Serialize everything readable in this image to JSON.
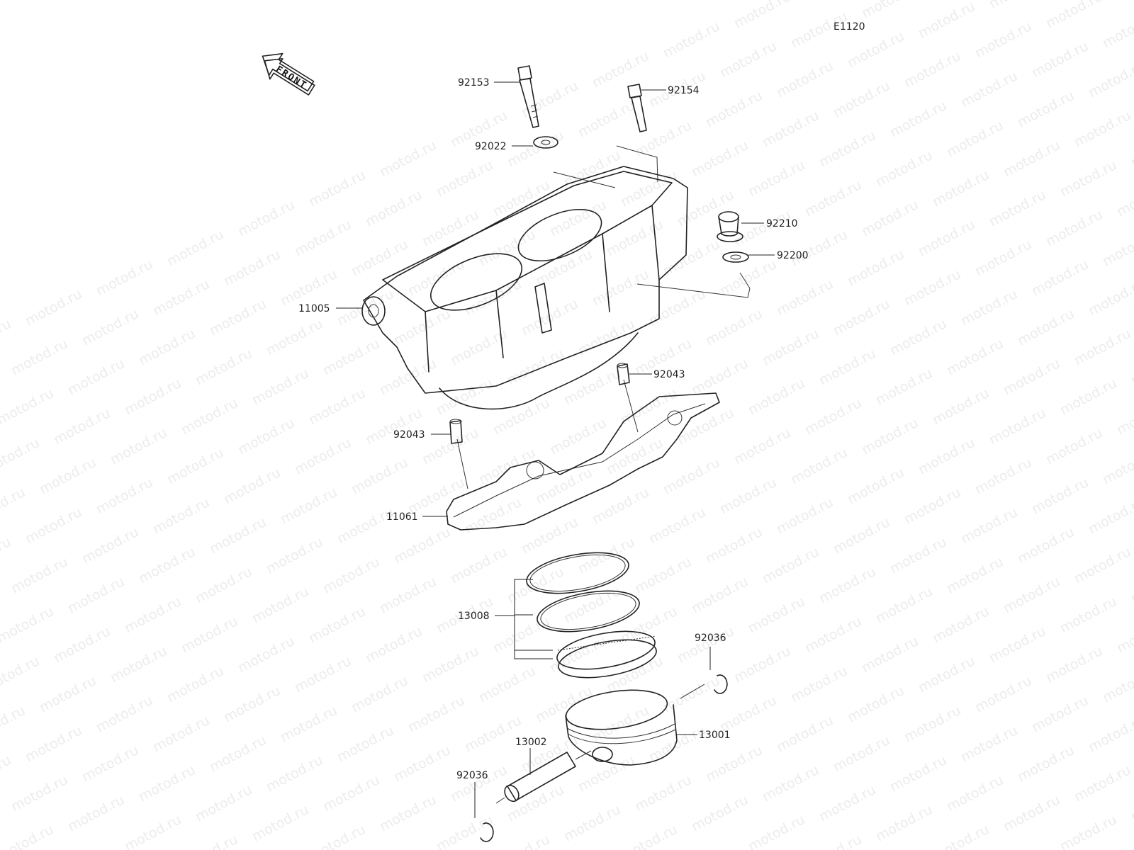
{
  "diagram_code": "E1120",
  "front_label": "FRONT",
  "watermark": "motod.ru",
  "parts": {
    "bolt_92153": "92153",
    "bolt_92154": "92154",
    "washer_92022": "92022",
    "collar_92210": "92210",
    "washer_92200": "92200",
    "cylinder_11005": "11005",
    "dowel_92043_right": "92043",
    "dowel_92043_left": "92043",
    "gasket_11061": "11061",
    "rings_13008": "13008",
    "circlip_92036_right": "92036",
    "piston_13001": "13001",
    "pin_13002": "13002",
    "circlip_92036_left": "92036"
  }
}
